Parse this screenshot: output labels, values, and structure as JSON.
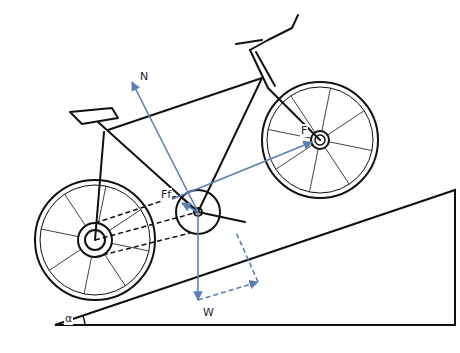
{
  "diagram": {
    "labels": [
      "N",
      "F",
      "Ff",
      "W",
      "α"
    ]
  }
}
